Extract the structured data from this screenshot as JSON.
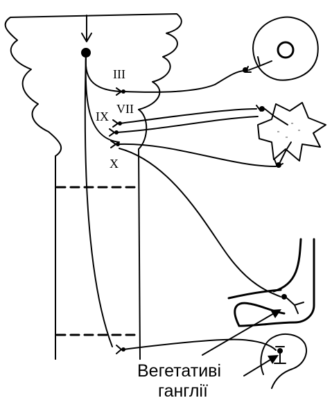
{
  "labels": {
    "nerve_iii": "III",
    "nerve_vii": "VII",
    "nerve_ix": "IX",
    "nerve_x": "X"
  },
  "caption": {
    "line1": "Вегетативі",
    "line2": "ганглії"
  }
}
